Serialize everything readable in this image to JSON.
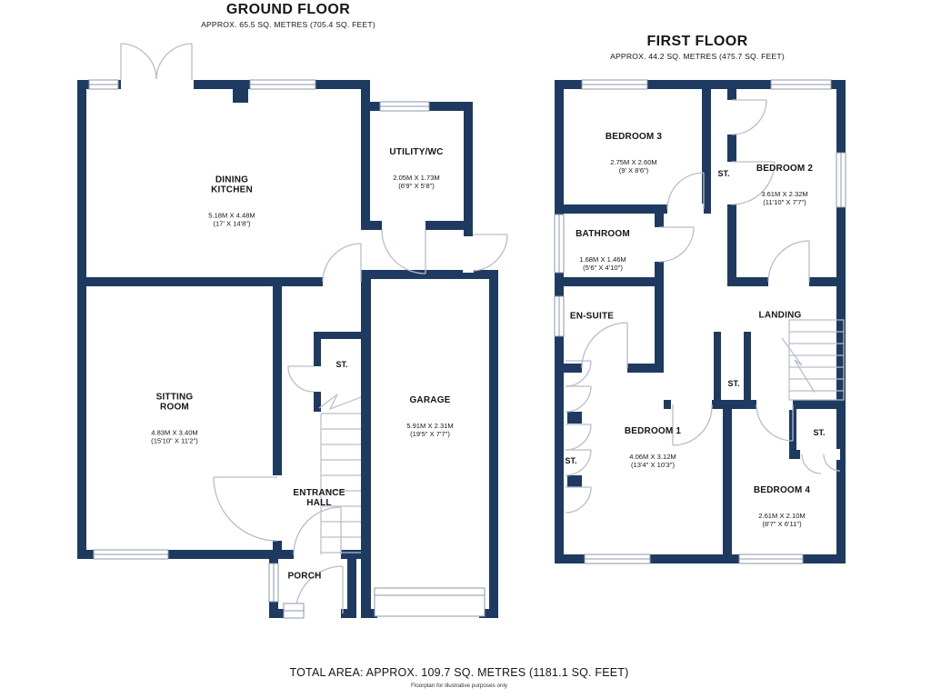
{
  "colors": {
    "wall": "#1e3a60",
    "thin_line": "#b6bdca",
    "text": "#161616"
  },
  "ground_floor": {
    "title": "GROUND FLOOR",
    "subtitle": "APPROX. 65.5 SQ. METRES (705.4 SQ. FEET)",
    "rooms": {
      "dining_kitchen": {
        "name": "DINING\nKITCHEN",
        "dims": "5.18M X 4.48M\n(17' X 14'8\")"
      },
      "utility_wc": {
        "name": "UTILITY/WC",
        "dims": "2.05M X 1.73M\n(6'9\" X 5'8\")"
      },
      "sitting_room": {
        "name": "SITTING\nROOM",
        "dims": "4.83M X 3.40M\n(15'10\" X 11'2\")"
      },
      "garage": {
        "name": "GARAGE",
        "dims": "5.91M X 2.31M\n(19'5\" X 7'7\")"
      },
      "entrance_hall": {
        "name": "ENTRANCE\nHALL"
      },
      "porch": {
        "name": "PORCH"
      },
      "store": {
        "name": "ST."
      }
    }
  },
  "first_floor": {
    "title": "FIRST FLOOR",
    "subtitle": "APPROX. 44.2 SQ. METRES (475.7 SQ. FEET)",
    "rooms": {
      "bedroom3": {
        "name": "BEDROOM 3",
        "dims": "2.75M X 2.60M\n(9' X 8'6\")"
      },
      "bedroom2": {
        "name": "BEDROOM 2",
        "dims": "3.61M X 2.32M\n(11'10\" X 7'7\")"
      },
      "bathroom": {
        "name": "BATHROOM",
        "dims": "1.68M X 1.46M\n(5'6\" X 4'10\")"
      },
      "en_suite": {
        "name": "EN-SUITE"
      },
      "landing": {
        "name": "LANDING"
      },
      "bedroom1": {
        "name": "BEDROOM 1",
        "dims": "4.06M X 3.12M\n(13'4\" X 10'3\")"
      },
      "bedroom4": {
        "name": "BEDROOM 4",
        "dims": "2.61M X 2.10M\n(8'7\" X 6'11\")"
      },
      "store_top": {
        "name": "ST."
      },
      "store_mid": {
        "name": "ST."
      },
      "store_right": {
        "name": "ST."
      },
      "store_left": {
        "name": "ST."
      }
    }
  },
  "footer": {
    "total": "TOTAL AREA: APPROX. 109.7 SQ. METRES (1181.1 SQ. FEET)",
    "note": "Floorplan for illustrative purposes only"
  }
}
